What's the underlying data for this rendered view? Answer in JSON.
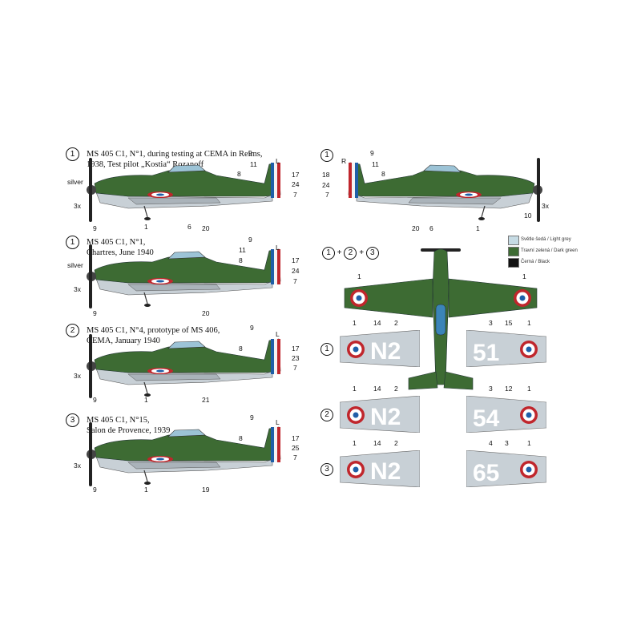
{
  "profiles": [
    {
      "marker": "1",
      "caption_l1": "MS 405 C1, N°1, during testing at CEMA in Reims,",
      "caption_l2": "1938, Test pilot „Kostia“ Rozanoff",
      "silver": "silver",
      "x3": "3x",
      "n9t": "9",
      "n11": "11",
      "n8": "8",
      "L": "L",
      "n17": "17",
      "n24": "24",
      "n7": "7",
      "n9b": "9",
      "n1": "1",
      "n6": "6",
      "n20": "20"
    },
    {
      "marker": "1",
      "caption_l1": "MS 405 C1, N°1,",
      "caption_l2": "Chartres, June 1940",
      "silver": "silver",
      "x3": "3x",
      "n9t": "9",
      "n11": "11",
      "n8": "8",
      "L": "L",
      "n17": "17",
      "n24": "24",
      "n7": "7",
      "n9b": "9",
      "n20": "20"
    },
    {
      "marker": "2",
      "caption_l1": "MS 405 C1, N°4, prototype of MS 406,",
      "caption_l2": "CEMA, January 1940",
      "x3": "3x",
      "n9t": "9",
      "n8": "8",
      "L": "L",
      "n17": "17",
      "n23": "23",
      "n7": "7",
      "n9b": "9",
      "n1": "1",
      "n21": "21"
    },
    {
      "marker": "3",
      "caption_l1": "MS 405 C1, N°15,",
      "caption_l2": "Salon de Provence, 1939",
      "x3": "3x",
      "n9t": "9",
      "n8": "8",
      "L": "L",
      "n17": "17",
      "n25": "25",
      "n7": "7",
      "n9b": "9",
      "n1": "1",
      "n19": "19"
    }
  ],
  "right_profile": {
    "marker": "1",
    "R": "R",
    "n9": "9",
    "n11": "11",
    "n8": "8",
    "n18": "18",
    "n24": "24",
    "n7": "7",
    "n20": "20",
    "n6": "6",
    "n1": "1",
    "n10": "10",
    "x3": "3x"
  },
  "top_view": {
    "marker1": "1",
    "marker2": "2",
    "marker3": "3",
    "plus": "+",
    "wing_l": "1",
    "wing_r": "1"
  },
  "legend": [
    {
      "color": "#c6dbe4",
      "label": "Světle šedá / Light grey"
    },
    {
      "color": "#3d6b33",
      "label": "Travní zelená / Dark green"
    },
    {
      "color": "#111111",
      "label": "Černá / Black"
    }
  ],
  "wings": [
    {
      "marker": "1",
      "left_code": "N2",
      "right_code": "51",
      "l1": "1",
      "l14": "14",
      "l2": "2",
      "r3": "3",
      "r15": "15",
      "r1": "1"
    },
    {
      "marker": "2",
      "left_code": "N2",
      "right_code": "54",
      "l1": "1",
      "l14": "14",
      "l2": "2",
      "r3": "3",
      "r12": "12",
      "r1": "1"
    },
    {
      "marker": "3",
      "left_code": "N2",
      "right_code": "65",
      "l1": "1",
      "l14": "14",
      "l2": "2",
      "r4": "4",
      "r3": "3",
      "r1": "1"
    }
  ],
  "colors": {
    "dark_green": "#3d6b33",
    "light_grey": "#c8d0d6",
    "roundel_blue": "#1f5fa8",
    "roundel_red": "#c0262c",
    "silver": "#b9bec3"
  }
}
